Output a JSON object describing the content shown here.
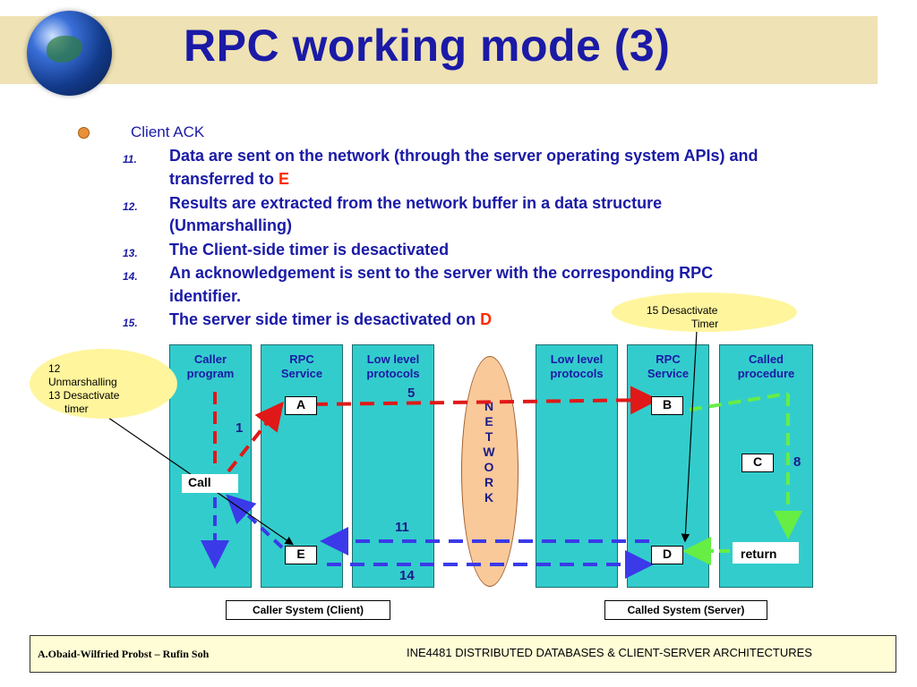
{
  "title": "RPC working mode (3)",
  "bullet": {
    "heading": "Client ACK",
    "items": [
      {
        "num": "11.",
        "text": "Data are sent on the network (through the server operating system APIs) and",
        "text2": "transferred to ",
        "highlight": "E"
      },
      {
        "num": "12.",
        "text": "Results are extracted from the network buffer in a data structure",
        "text2": "(Unmarshalling)"
      },
      {
        "num": "13.",
        "text": "The Client-side timer is desactivated"
      },
      {
        "num": "14.",
        "text": "An acknowledgement is sent to the server with the corresponding RPC",
        "text2": "identifier."
      },
      {
        "num": "15.",
        "text": "The server side timer is desactivated on ",
        "highlight": "D"
      }
    ]
  },
  "diagram": {
    "columns": [
      {
        "label1": "Caller",
        "label2": "program"
      },
      {
        "label1": "RPC",
        "label2": "Service"
      },
      {
        "label1": "Low level",
        "label2": "protocols"
      },
      {
        "label1": "Low level",
        "label2": "protocols"
      },
      {
        "label1": "RPC",
        "label2": "Service"
      },
      {
        "label1": "Called",
        "label2": "procedure"
      }
    ],
    "network_letters": [
      "N",
      "E",
      "T",
      "W",
      "O",
      "R",
      "K"
    ],
    "boxes": {
      "A": "A",
      "B": "B",
      "C": "C",
      "D": "D",
      "E": "E",
      "call": "Call",
      "return": "return"
    },
    "steps": {
      "s1": "1",
      "s5": "5",
      "s8": "8",
      "s11": "11",
      "s14": "14"
    },
    "bubble_left": {
      "line1": "12",
      "line2": "Unmarshalling",
      "line3": "13 Desactivate",
      "line4": "timer"
    },
    "bubble_right": {
      "line1": "15 Desactivate",
      "line2": "Timer"
    },
    "caller_system": "Caller System (Client)",
    "called_system": "Called System (Server)"
  },
  "footer": {
    "left": "A.Obaid-Wilfried Probst – Rufin Soh",
    "right": "INE4481 DISTRIBUTED DATABASES & CLIENT-SERVER ARCHITECTURES"
  },
  "colors": {
    "title": "#1a1aa6",
    "accent": "#ff2a00",
    "column": "#33cccc",
    "red_arrow": "#e01818",
    "blue_arrow": "#3a3ae8",
    "green_arrow": "#66ee44"
  }
}
